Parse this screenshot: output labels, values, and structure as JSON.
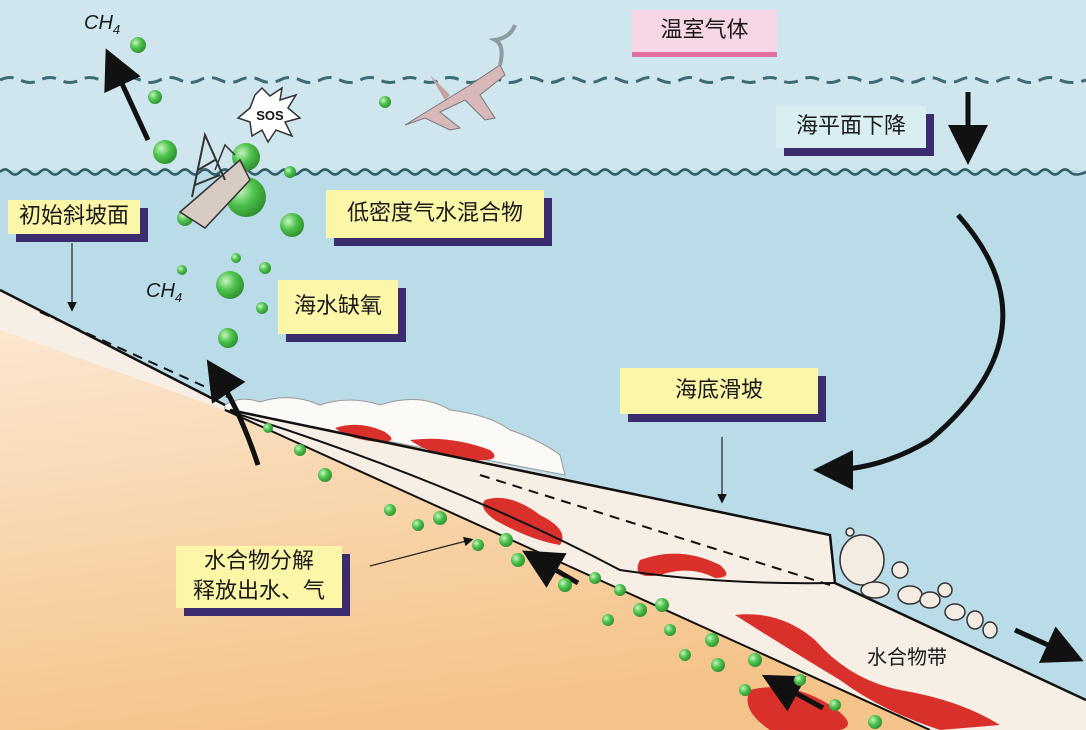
{
  "labels": {
    "greenhouse_gas": "温室气体",
    "sea_level_drop": "海平面下降",
    "low_density_mixture": "低密度气水混合物",
    "initial_slope": "初始斜坡面",
    "seawater_anoxia": "海水缺氧",
    "submarine_landslide": "海底滑坡",
    "hydrate_decomposition": "水合物分解\n释放出水、气",
    "hydrate_zone": "水合物带",
    "sos": "SOS",
    "ch4_top": "CH",
    "ch4_top_sub": "4",
    "ch4_mid": "CH",
    "ch4_mid_sub": "4"
  },
  "colors": {
    "sky": "#cfe6ee",
    "sea": "#b9dce8",
    "sediment": "#f7efe6",
    "deep_sediment": "#f5c88c",
    "hydrate": "#d9302c",
    "bubble": "#4cc24c",
    "label_yellow": "#fbf6a8",
    "label_shadow": "#3a2c6e"
  },
  "icons": [
    "methane-bubble",
    "sinking-ship",
    "crashing-airplane",
    "sos-burst",
    "flow-arrow"
  ]
}
